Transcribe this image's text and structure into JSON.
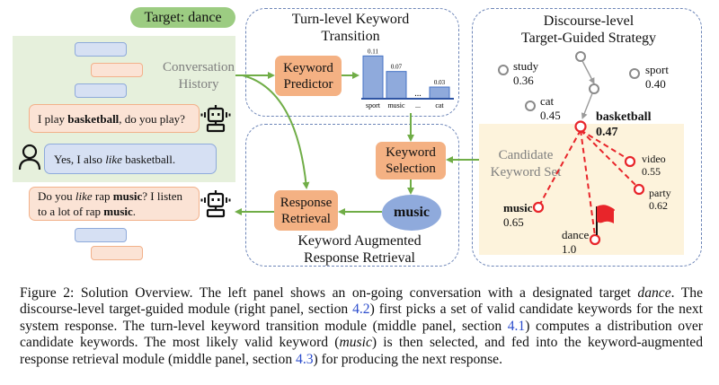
{
  "target_pill": {
    "label": "Target: dance"
  },
  "left_panel": {
    "history_label_line1": "Conversation",
    "history_label_line2": "History",
    "messages": [
      {
        "speaker": "system",
        "segments": [
          {
            "text": "I play ",
            "style": "normal"
          },
          {
            "text": "basketball",
            "style": "bold"
          },
          {
            "text": ", do you play?",
            "style": "normal"
          }
        ]
      },
      {
        "speaker": "user",
        "segments": [
          {
            "text": "Yes, I also ",
            "style": "normal"
          },
          {
            "text": "like",
            "style": "italic"
          },
          {
            "text": " basketball.",
            "style": "normal"
          }
        ]
      },
      {
        "speaker": "system",
        "segments": [
          {
            "text": "Do you ",
            "style": "normal"
          },
          {
            "text": "like",
            "style": "italic"
          },
          {
            "text": " rap ",
            "style": "normal"
          },
          {
            "text": "music",
            "style": "bold"
          },
          {
            "text": "? I listen to a lot of rap ",
            "style": "normal"
          },
          {
            "text": "music",
            "style": "bold"
          },
          {
            "text": ".",
            "style": "normal"
          }
        ]
      }
    ]
  },
  "turn_level": {
    "title_line1": "Turn-level Keyword",
    "title_line2": "Transition",
    "predictor_line1": "Keyword",
    "predictor_line2": "Predictor"
  },
  "keyword_augmented": {
    "title_line1": "Keyword Augmented",
    "title_line2": "Response Retrieval",
    "selection_line1": "Keyword",
    "selection_line2": "Selection",
    "retrieval_line1": "Response",
    "retrieval_line2": "Retrieval",
    "selected_keyword": "music"
  },
  "discourse_level": {
    "title_line1": "Discourse-level",
    "title_line2": "Target-Guided Strategy",
    "candidate_label_line1": "Candidate",
    "candidate_label_line2": "Keyword Set",
    "current_keyword": {
      "word": "basketball",
      "score": "0.47"
    },
    "other_keywords": [
      {
        "word": "study",
        "score": "0.36"
      },
      {
        "word": "sport",
        "score": "0.40"
      },
      {
        "word": "cat",
        "score": "0.45"
      }
    ],
    "candidates": [
      {
        "word": "video",
        "score": "0.55"
      },
      {
        "word": "party",
        "score": "0.62"
      },
      {
        "word": "music",
        "score": "0.65"
      },
      {
        "word": "dance",
        "score": "1.0"
      }
    ]
  },
  "chart_data": {
    "type": "bar",
    "title": "",
    "categories": [
      "sport",
      "music",
      "...",
      "cat"
    ],
    "values": [
      0.11,
      0.07,
      null,
      0.03
    ],
    "value_labels": [
      "0.11",
      "0.07",
      "",
      "0.03"
    ],
    "xlabel": "",
    "ylabel": "",
    "ylim": [
      0,
      0.12
    ],
    "grid": false,
    "bar_color": "#8faadc"
  },
  "colors": {
    "arrow_green": "#70ad47",
    "module_orange": "#f4b183",
    "target_green": "#9ccc82",
    "candidate_red": "#e8252a",
    "dashed_border": "#6e86b8",
    "music_ellipse": "#8faadc"
  },
  "caption": {
    "line_segments": [
      {
        "text": "Figure 2: Solution Overview. The left panel shows an on-going conversation with a designated target ",
        "style": "normal"
      },
      {
        "text": "dance",
        "style": "italic"
      },
      {
        "text": ". The discourse-level target-guided module (right panel, section ",
        "style": "normal"
      },
      {
        "text": "4.2",
        "style": "ref"
      },
      {
        "text": ") first picks a set of valid candidate keywords for the next system response. The turn-level keyword transition module (middle panel, section ",
        "style": "normal"
      },
      {
        "text": "4.1",
        "style": "ref"
      },
      {
        "text": ") computes a distribution over candidate keywords. The most likely valid keyword (",
        "style": "normal"
      },
      {
        "text": "music",
        "style": "italic"
      },
      {
        "text": ") is then selected, and fed into the keyword-augmented response retrieval module (middle panel, section ",
        "style": "normal"
      },
      {
        "text": "4.3",
        "style": "ref"
      },
      {
        "text": ") for producing the next response.",
        "style": "normal"
      }
    ]
  }
}
